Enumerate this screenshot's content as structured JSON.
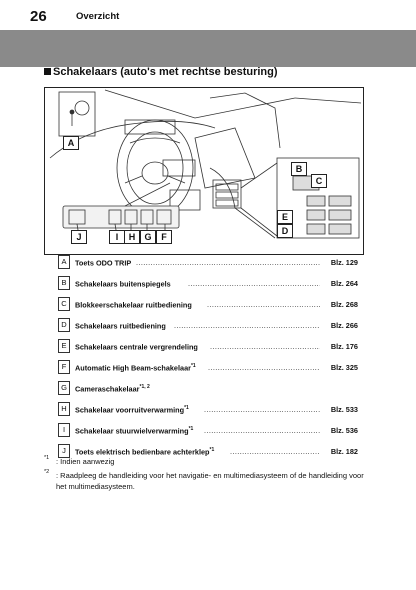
{
  "page": {
    "number": "26",
    "chapter": "Overzicht"
  },
  "section": {
    "title": "Schakelaars (auto's met rechtse besturing)"
  },
  "callouts": {
    "a": "A",
    "b": "B",
    "c": "C",
    "d": "D",
    "e": "E",
    "f": "F",
    "g": "G",
    "h": "H",
    "i": "I",
    "j": "J"
  },
  "items": [
    {
      "key": "A",
      "label": "Toets ODO TRIP",
      "sup": "",
      "page": "Blz. 129"
    },
    {
      "key": "B",
      "label": "Schakelaars buitenspiegels",
      "sup": "",
      "page": "Blz. 264"
    },
    {
      "key": "C",
      "label": "Blokkeerschakelaar ruitbediening",
      "sup": "",
      "page": "Blz. 268"
    },
    {
      "key": "D",
      "label": "Schakelaars ruitbediening",
      "sup": "",
      "page": "Blz. 266"
    },
    {
      "key": "E",
      "label": "Schakelaars centrale vergrendeling",
      "sup": "",
      "page": "Blz. 176"
    },
    {
      "key": "F",
      "label": "Automatic High Beam-schakelaar",
      "sup": "*1",
      "page": "Blz. 325"
    },
    {
      "key": "G",
      "label": "Cameraschakelaar",
      "sup": "*1, 2",
      "page": ""
    },
    {
      "key": "H",
      "label": "Schakelaar voorruitverwarming",
      "sup": "*1",
      "page": "Blz. 533"
    },
    {
      "key": "I",
      "label": "Schakelaar stuurwielverwarming",
      "sup": "*1",
      "page": "Blz. 536"
    },
    {
      "key": "J",
      "label": "Toets elektrisch bedienbare achterklep",
      "sup": "*1",
      "page": "Blz. 182"
    }
  ],
  "footnotes": [
    {
      "mark": "*1",
      "text": ": Indien aanwezig"
    },
    {
      "mark": "*2",
      "text": ": Raadpleeg de handleiding voor het navigatie- en multimediasysteem of de handleiding voor het multimediasysteem."
    }
  ]
}
